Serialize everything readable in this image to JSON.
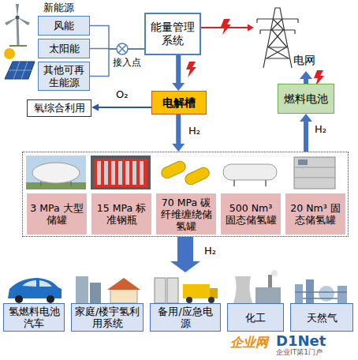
{
  "diagram": {
    "nodes": [
      {
        "text": [
          "风能"
        ]
      },
      {
        "text": [
          "太阳能"
        ]
      },
      {
        "text": [
          "其他可再生能源"
        ]
      },
      {
        "text": [
          "能量管理系统"
        ]
      },
      {
        "text": [
          "电网"
        ]
      },
      {
        "text": [
          "氧综合利用"
        ]
      },
      {
        "text": [
          "电解槽"
        ]
      },
      {
        "text": [
          "燃料电池"
        ]
      },
      {
        "text": []
      },
      {
        "text": [
          "3 MPa 大型储罐"
        ],
        "in": 8
      },
      {
        "text": [
          "15 MPa 标准钢瓶"
        ],
        "in": 8
      },
      {
        "text": [
          "70 MPa 碳纤维缠绕储氢罐"
        ],
        "in": 8
      },
      {
        "text": [
          "500 Nm³ 固态储氢罐"
        ],
        "in": 8
      },
      {
        "text": [
          "20 Nm³ 固态储氢罐"
        ],
        "in": 8
      },
      {
        "text": [
          "氢燃料电池汽车"
        ]
      },
      {
        "text": [
          "家庭/楼宇氢利用系统"
        ]
      },
      {
        "text": [
          "备用/应急电源"
        ]
      },
      {
        "text": [
          "化工"
        ]
      },
      {
        "text": [
          "天然气"
        ]
      }
    ],
    "edges": [
      {
        "from": 0,
        "to": 3,
        "arrow": "none"
      },
      {
        "from": 1,
        "to": 3,
        "arrow": "none"
      },
      {
        "from": 2,
        "to": 3,
        "arrow": "none"
      },
      {
        "from": 3,
        "to": 6,
        "arrow": "to"
      },
      {
        "from": 3,
        "to": 4,
        "arrow": "to"
      },
      {
        "from": 7,
        "to": 4,
        "arrow": "to"
      },
      {
        "from": 6,
        "to": 5,
        "label": "O₂",
        "arrow": "to"
      },
      {
        "from": 6,
        "to": 8,
        "label": "H₂",
        "arrow": "to"
      },
      {
        "from": 8,
        "to": 7,
        "label": "H₂",
        "arrow": "to"
      },
      {
        "from": 8,
        "to": 16,
        "label": "H₂",
        "arrow": "to"
      }
    ],
    "labels": [
      "新能源",
      "接入点",
      "企业网",
      "D1Net",
      "企业IT第1门户"
    ]
  }
}
